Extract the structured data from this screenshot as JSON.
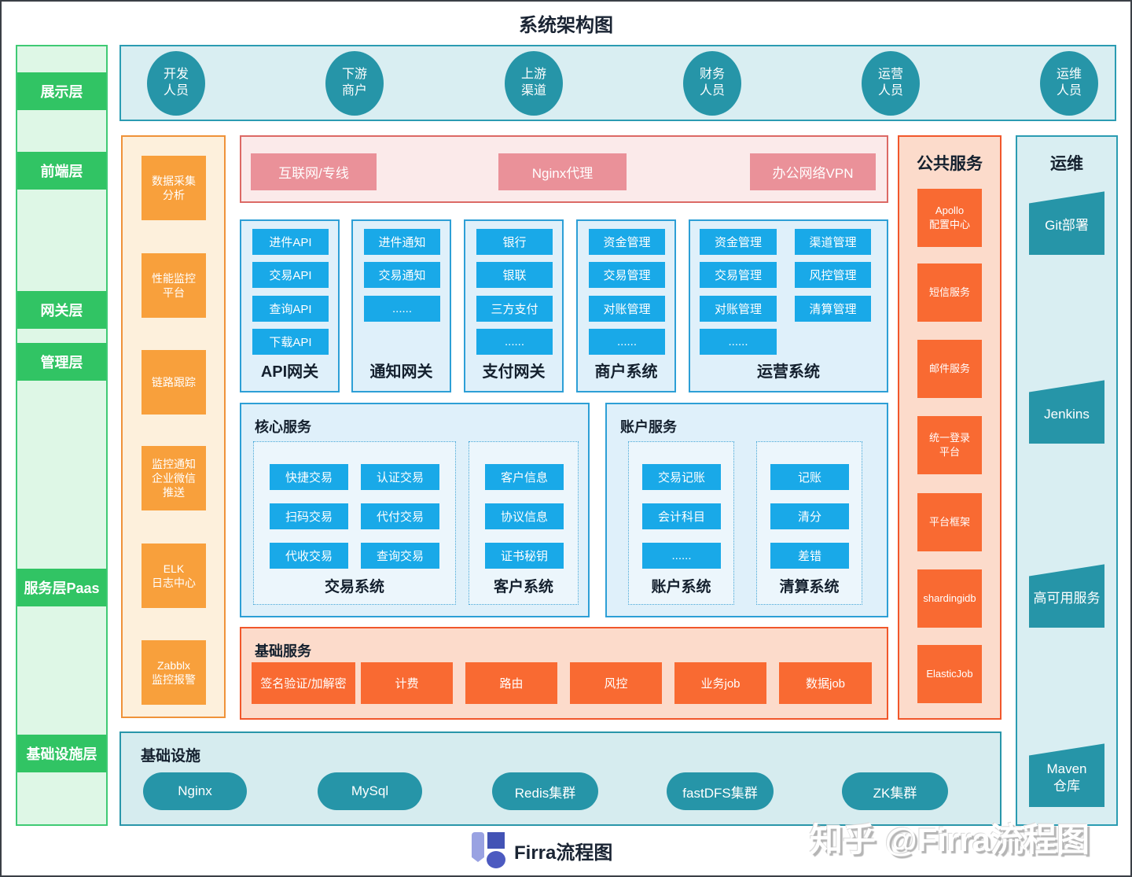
{
  "title": "系统架构图",
  "colors": {
    "blue": "#19a9e8",
    "teal": "#2695a8",
    "green": "#31c464",
    "orange": "#f8a03c",
    "vermilion": "#f96a32",
    "pink": "#ea9199"
  },
  "layers": [
    "展示层",
    "前端层",
    "网关层",
    "管理层",
    "服务层Paas",
    "基础设施层"
  ],
  "actors": [
    "开发\n人员",
    "下游\n商户",
    "上游\n渠道",
    "财务\n人员",
    "运营\n人员",
    "运维\n人员"
  ],
  "monitoring": [
    "数据采集\n分析",
    "性能监控\n平台",
    "链路跟踪",
    "监控通知\n企业微信\n推送",
    "ELK\n日志中心",
    "Zabblx\n监控报警"
  ],
  "network": [
    "互联网/专线",
    "Nginx代理",
    "办公网络VPN"
  ],
  "gateways": [
    {
      "name": "API网关",
      "items": [
        "进件API",
        "交易API",
        "查询API",
        "下载API"
      ]
    },
    {
      "name": "通知网关",
      "items": [
        "进件通知",
        "交易通知",
        "......"
      ]
    },
    {
      "name": "支付网关",
      "items": [
        "银行",
        "银联",
        "三方支付",
        "......"
      ]
    },
    {
      "name": "商户系统",
      "items": [
        "资金管理",
        "交易管理",
        "对账管理",
        "......"
      ]
    },
    {
      "name": "运营系统",
      "col1": [
        "资金管理",
        "交易管理",
        "对账管理",
        "......"
      ],
      "col2": [
        "渠道管理",
        "风控管理",
        "清算管理"
      ]
    }
  ],
  "core": {
    "title": "核心服务",
    "trade": {
      "name": "交易系统",
      "items": [
        "快捷交易",
        "认证交易",
        "扫码交易",
        "代付交易",
        "代收交易",
        "查询交易"
      ]
    },
    "customer": {
      "name": "客户系统",
      "items": [
        "客户信息",
        "协议信息",
        "证书秘钥"
      ]
    }
  },
  "account": {
    "title": "账户服务",
    "acct": {
      "name": "账户系统",
      "items": [
        "交易记账",
        "会计科目",
        "......"
      ]
    },
    "clearing": {
      "name": "清算系统",
      "items": [
        "记账",
        "清分",
        "差错"
      ]
    }
  },
  "base": {
    "title": "基础服务",
    "items": [
      "签名验证/加解密",
      "计费",
      "路由",
      "风控",
      "业务job",
      "数据job"
    ]
  },
  "public": {
    "title": "公共服务",
    "items": [
      "Apollo\n配置中心",
      "短信服务",
      "邮件服务",
      "统一登录\n平台",
      "平台框架",
      "shardingidb",
      "ElasticJob"
    ]
  },
  "ops": {
    "title": "运维",
    "items": [
      "Git部署",
      "Jenkins",
      "高可用服务",
      "Maven\n仓库"
    ]
  },
  "infra": {
    "title": "基础设施",
    "items": [
      "Nginx",
      "MySql",
      "Redis集群",
      "fastDFS集群",
      "ZK集群"
    ]
  },
  "footer": {
    "brand": "Firra流程图",
    "watermark": "知乎 @Firra流程图"
  }
}
